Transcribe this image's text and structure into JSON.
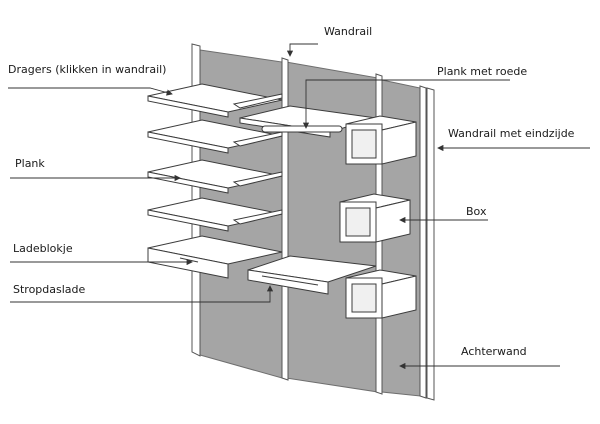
{
  "labels": {
    "dragers": "Dragers (klikken in wandrail)",
    "wandrail": "Wandrail",
    "plank_met_roede": "Plank met roede",
    "wandrail_met_eindzijde": "Wandrail met eindzijde",
    "plank": "Plank",
    "box": "Box",
    "ladeblokje": "Ladeblokje",
    "stropdaslade": "Stropdaslade",
    "achterwand": "Achterwand"
  },
  "colors": {
    "panel": "#a5a5a5",
    "panel_edge": "#6e6e6e",
    "shelf": "#ffffff",
    "line": "#3c3c3c"
  }
}
